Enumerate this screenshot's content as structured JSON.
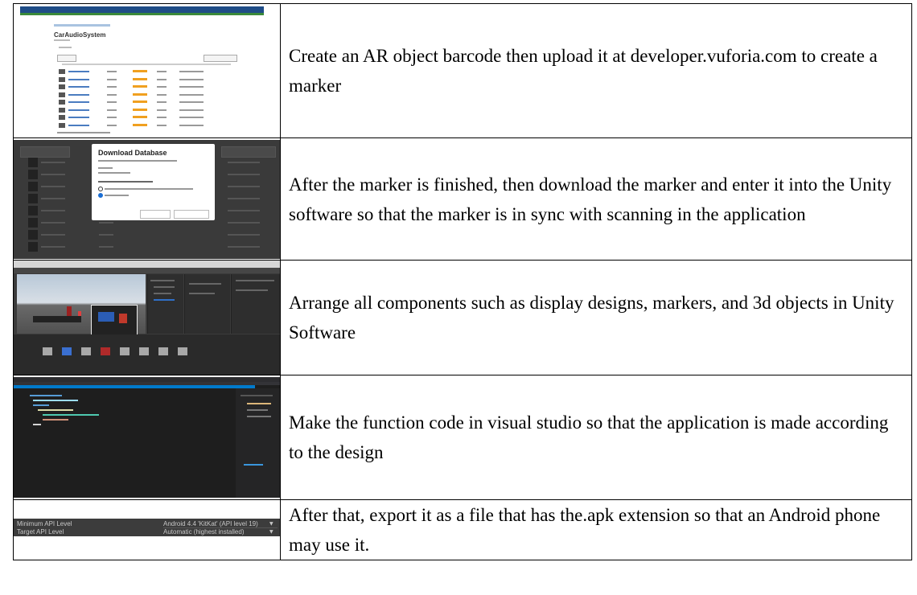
{
  "rows": [
    {
      "text": "Create an AR object barcode then upload it at developer.vuforia.com to create a marker",
      "thumbnail": {
        "kind": "vuforia-target-manager-page",
        "title": "CarAudioSystem"
      }
    },
    {
      "text": "After the marker is finished, then download the marker and enter it into the Unity software so that the marker is in sync with scanning in the application",
      "thumbnail": {
        "kind": "download-database-dialog",
        "dialog_title": "Download Database"
      }
    },
    {
      "text": "Arrange all components such as display designs, markers, and 3d objects in Unity Software",
      "thumbnail": {
        "kind": "unity-editor"
      }
    },
    {
      "text": "Make the function code in visual studio so that the application is made according to the design",
      "thumbnail": {
        "kind": "visual-studio-editor"
      }
    },
    {
      "text": "After that, export it as a file that has the.apk extension so that an Android phone may use it.",
      "thumbnail": {
        "kind": "player-settings-api-level",
        "settings": [
          {
            "label": "Minimum API Level",
            "value": "Android 4.4 'KitKat' (API level 19)"
          },
          {
            "label": "Target API Level",
            "value": "Automatic (highest installed)"
          }
        ]
      }
    }
  ]
}
